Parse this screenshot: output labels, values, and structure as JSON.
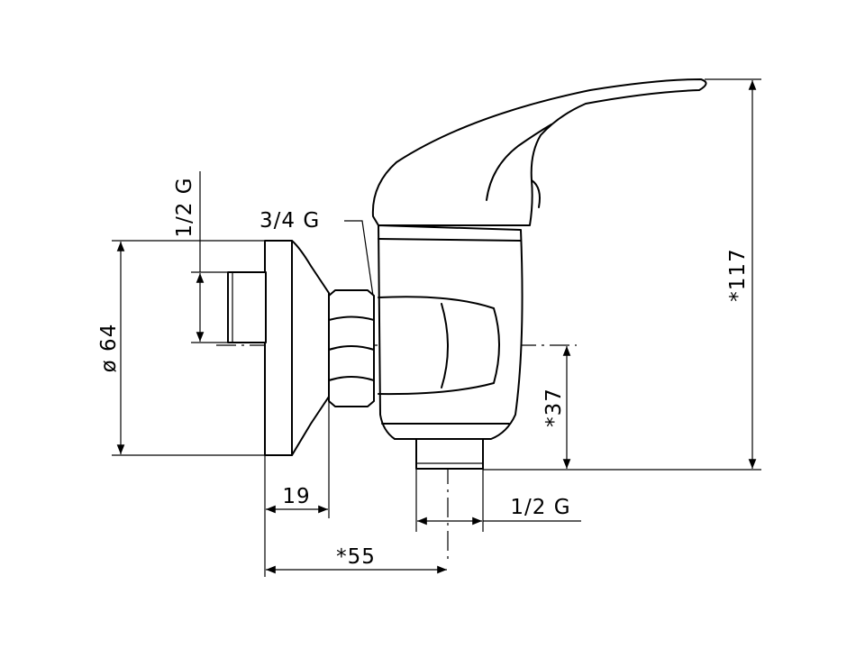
{
  "dimensions": {
    "inlet_thread": "1/2 G",
    "union_thread": "3/4 G",
    "flange_diameter": "ø 64",
    "wall_offset": "19",
    "projection": "*55",
    "outlet_height": "*37",
    "outlet_thread": "1/2 G",
    "total_height": "*117"
  },
  "colors": {
    "line": "#000000",
    "background": "#ffffff"
  }
}
